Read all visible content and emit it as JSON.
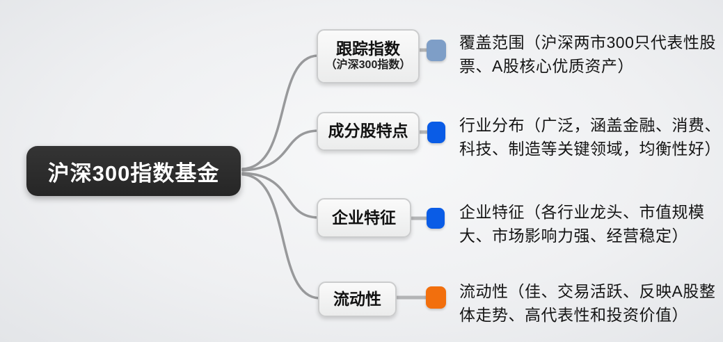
{
  "root": {
    "label": "沪深300指数基金"
  },
  "branches": [
    {
      "id": "tracking-index",
      "label": "跟踪指数",
      "sublabel": "（沪深300指数）",
      "marker_color": "#7e9ec7",
      "description": "覆盖范围（沪深两市300只代表性股票、A股核心优质资产）"
    },
    {
      "id": "constituent-stock-features",
      "label": "成分股特点",
      "sublabel": "",
      "marker_color": "#0a5ce6",
      "description": "行业分布（广泛，涵盖金融、消费、科技、制造等关键领域，均衡性好）"
    },
    {
      "id": "enterprise-traits",
      "label": "企业特征",
      "sublabel": "",
      "marker_color": "#0a5ce6",
      "description": "企业特征（各行业龙头、市值规模大、市场影响力强、经营稳定）"
    },
    {
      "id": "liquidity",
      "label": "流动性",
      "sublabel": "",
      "marker_color": "#f26f0d",
      "description": "流动性（佳、交易活跃、反映A股整体走势、高代表性和投资价值）"
    }
  ],
  "colors": {
    "root_background": "#2d2d2d",
    "root_text": "#ffffff",
    "branch_border": "#cbcccd",
    "curve": "#98999b",
    "stub": "#b3b4b6",
    "steel_blue_marker": "#7e9ec7",
    "blue_marker": "#0a5ce6",
    "orange_marker": "#f26f0d"
  }
}
